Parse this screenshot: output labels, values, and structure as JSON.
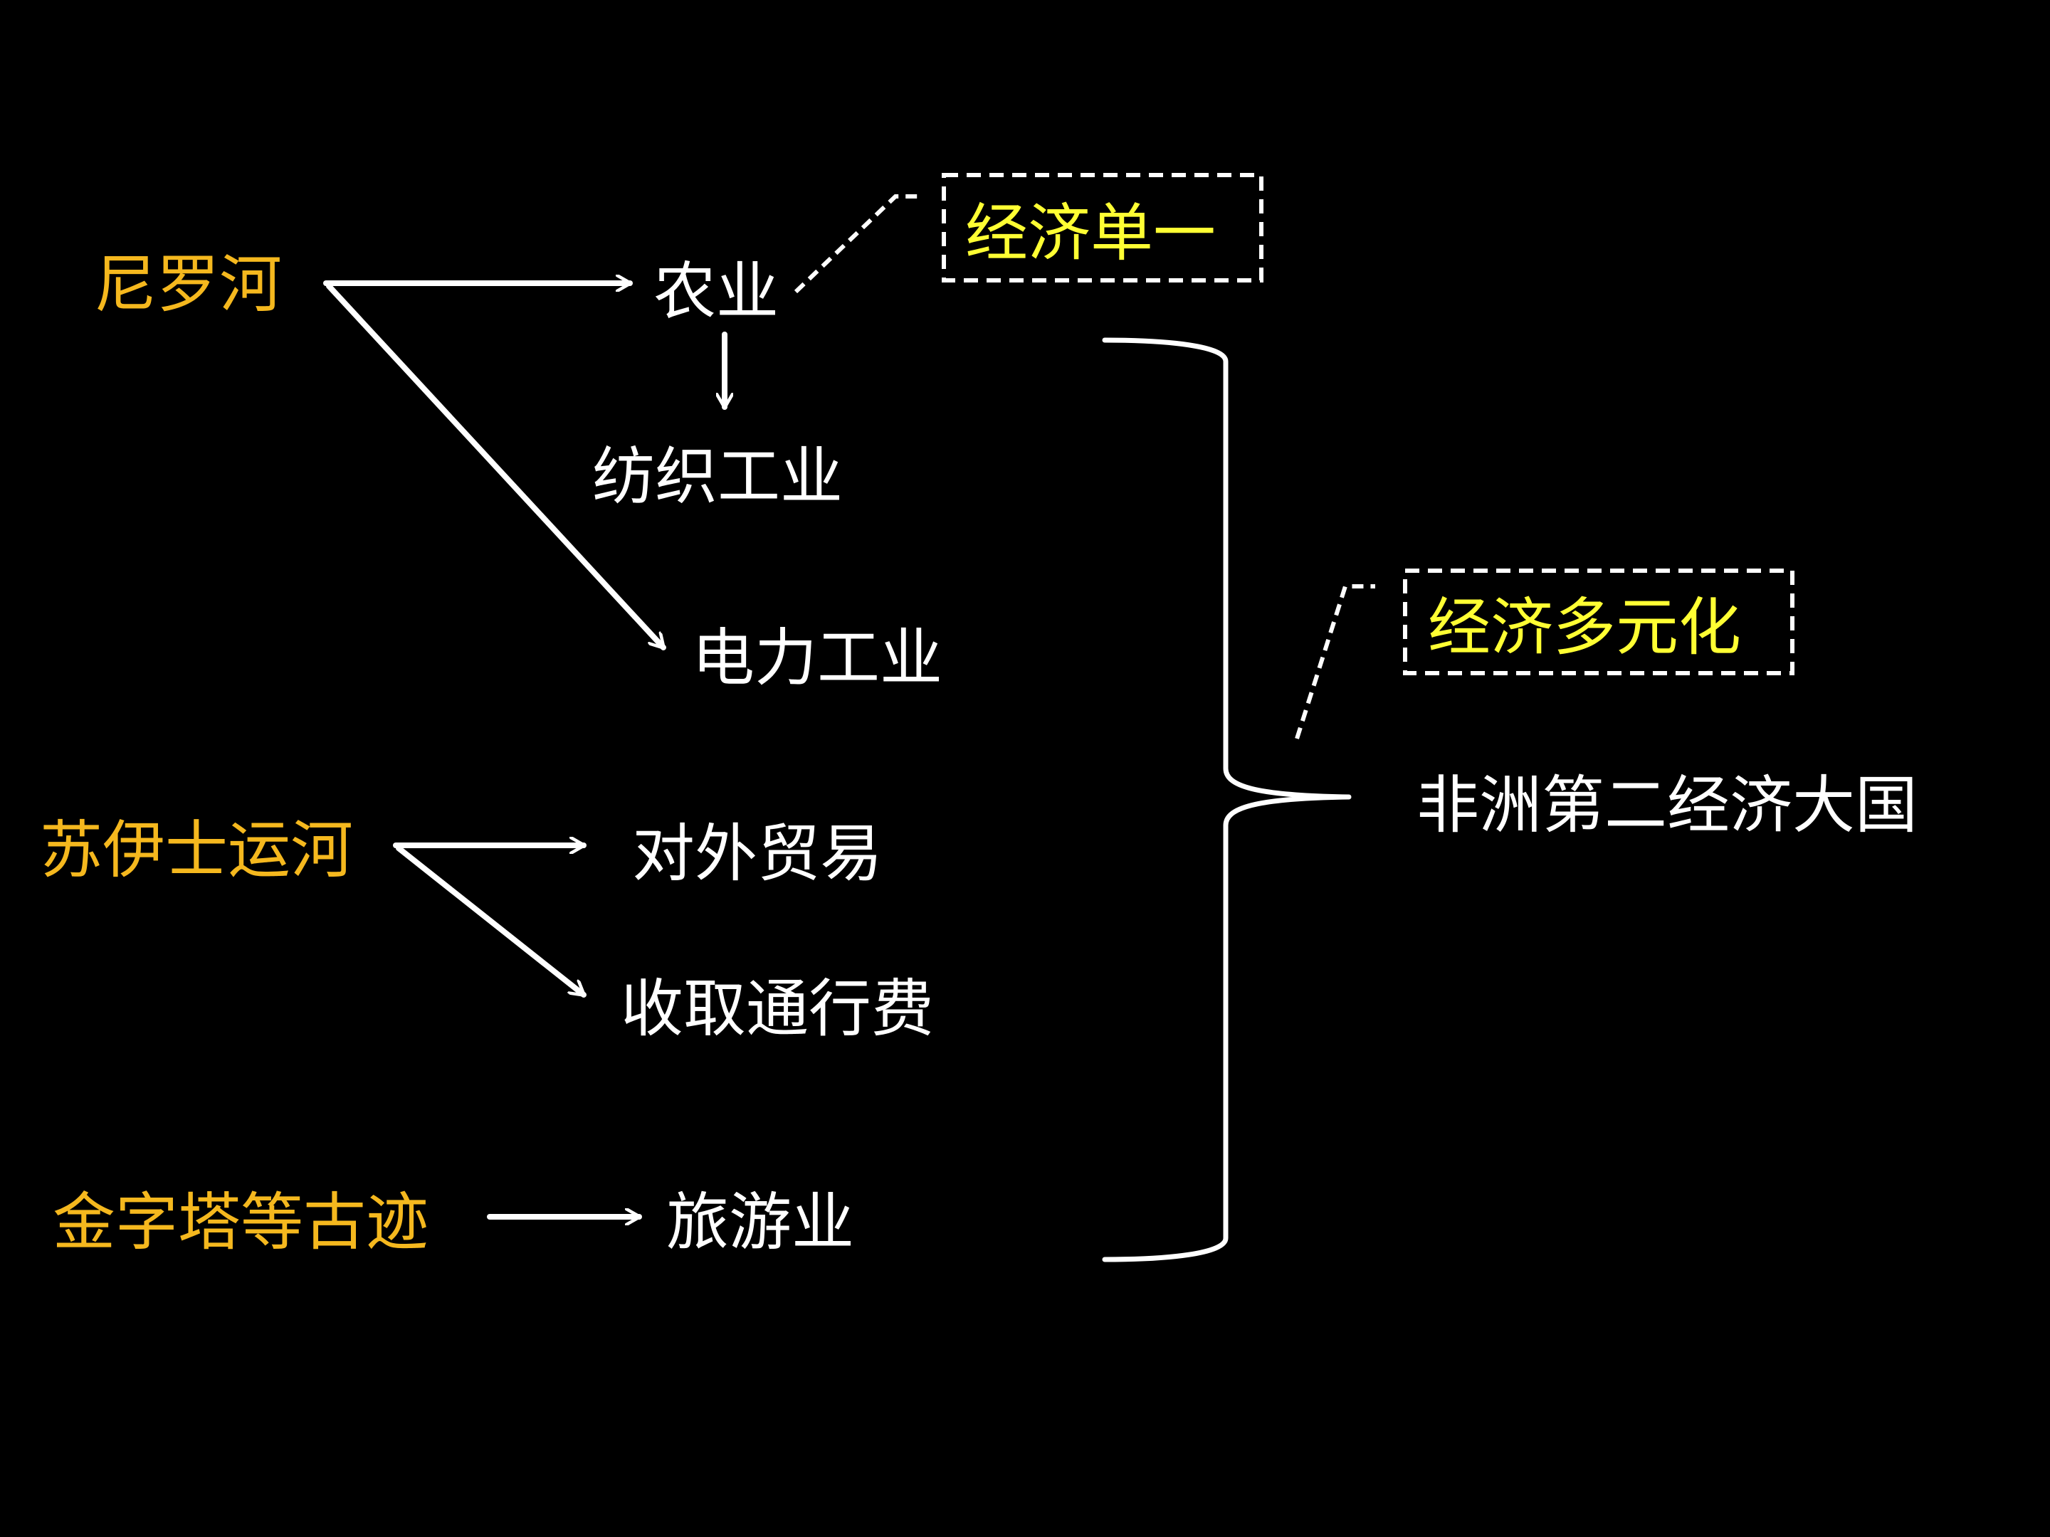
{
  "sources": {
    "nile": "尼罗河",
    "suez": "苏伊士运河",
    "pyramids": "金字塔等古迹"
  },
  "industries": {
    "agriculture": "农业",
    "textile": "纺织工业",
    "power": "电力工业",
    "trade": "对外贸易",
    "tolls": "收取通行费",
    "tourism": "旅游业"
  },
  "labels": {
    "single_economy": "经济单一",
    "diversified_economy": "经济多元化"
  },
  "conclusion": "非洲第二经济大国",
  "colors": {
    "background": "#000000",
    "source_text": "#F5B81E",
    "label_text": "#FFFF33",
    "plain_text": "#FFFFFF",
    "lines": "#FFFFFF"
  }
}
